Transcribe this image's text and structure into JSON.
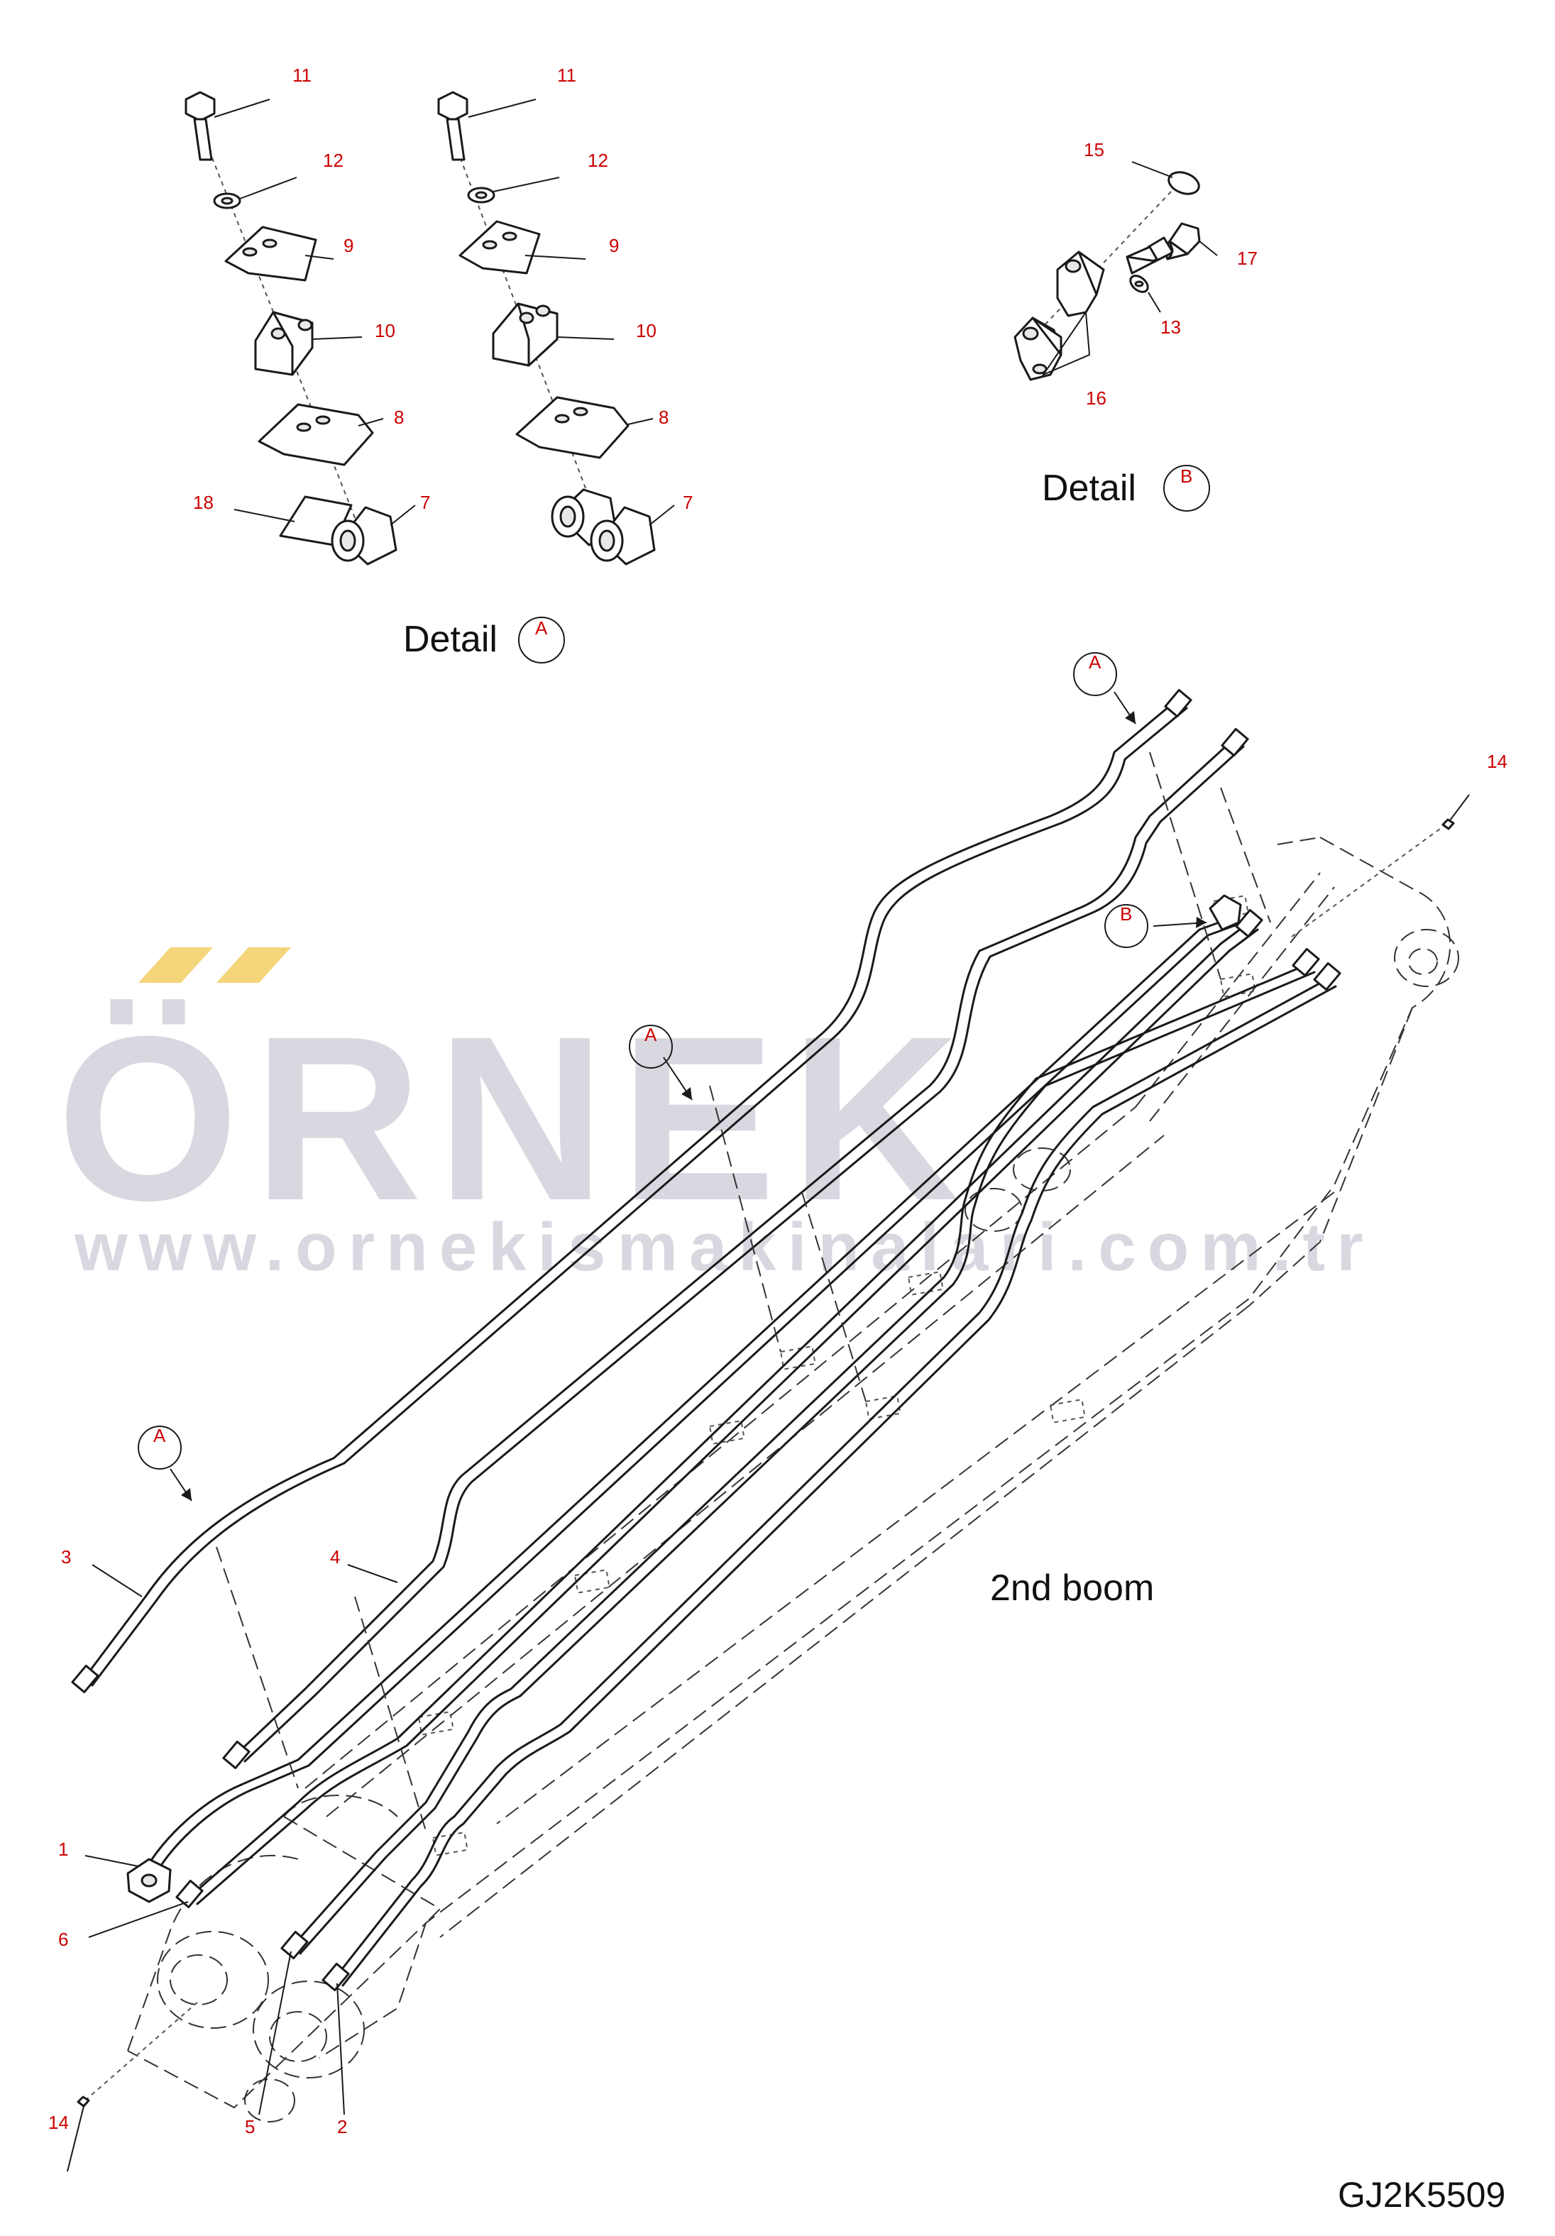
{
  "watermark": {
    "brand": "ÖRNEK",
    "url": "www.ornekismakinalari.com.tr",
    "accent_color": "#f5d57a",
    "text_color": "#d9d8e0"
  },
  "detail_a": {
    "label": "Detail",
    "circle": "A"
  },
  "detail_b": {
    "label": "Detail",
    "circle": "B"
  },
  "assembly_label": "2nd boom",
  "drawing_code": "GJ2K5509",
  "part_numbers": {
    "a_left": [
      "11",
      "12",
      "9",
      "10",
      "8",
      "18",
      "7"
    ],
    "a_right": [
      "11",
      "12",
      "9",
      "10",
      "8",
      "7"
    ],
    "b": [
      "15",
      "17",
      "13",
      "16"
    ],
    "main": [
      "14",
      "14",
      "3",
      "4",
      "1",
      "6",
      "5",
      "2"
    ]
  },
  "callouts": [
    "A",
    "A",
    "A",
    "B"
  ],
  "colors": {
    "part_number": "#cc0000",
    "linework": "#1a1a1a"
  }
}
